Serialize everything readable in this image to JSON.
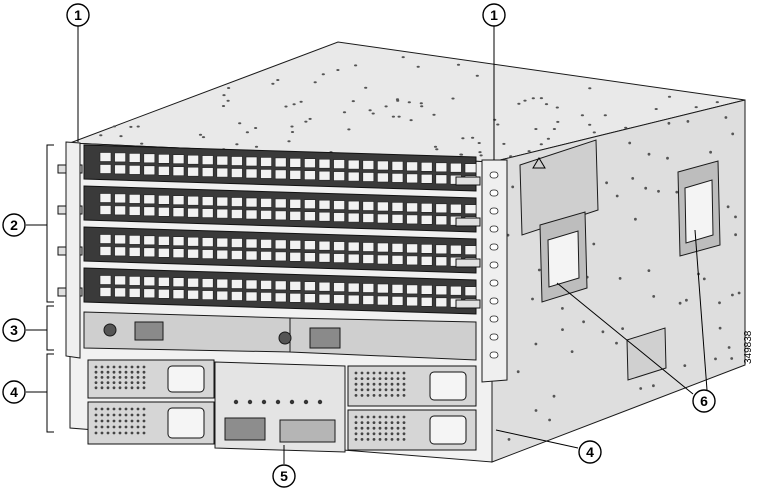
{
  "figure": {
    "art_id": "349838",
    "callouts": [
      {
        "id": "c1a",
        "label": "1"
      },
      {
        "id": "c1b",
        "label": "1"
      },
      {
        "id": "c2",
        "label": "2"
      },
      {
        "id": "c3",
        "label": "3"
      },
      {
        "id": "c4a",
        "label": "4"
      },
      {
        "id": "c4b",
        "label": "4"
      },
      {
        "id": "c5",
        "label": "5"
      },
      {
        "id": "c6",
        "label": "6"
      }
    ]
  },
  "colors": {
    "chassis_top": "#e9e9e9",
    "chassis_side": "#dcdcdc",
    "line_card": "#3a3a3a",
    "port": "#f2f2f2",
    "rail": "#eeeeee",
    "psu": "#d6d6d6"
  }
}
